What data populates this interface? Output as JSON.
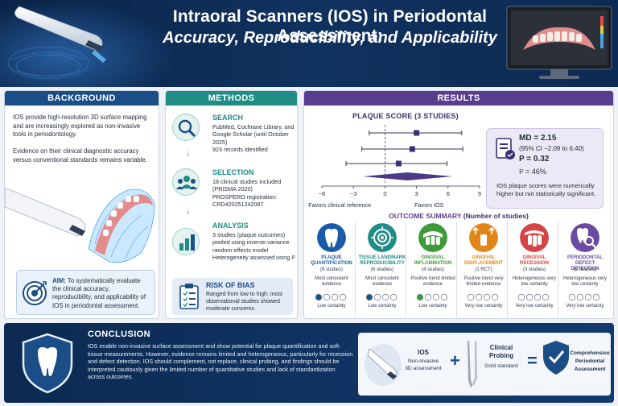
{
  "header": {
    "title": "Intraoral Scanners (IOS) in Periodontal Assessment:",
    "subtitle": "Accuracy, Reproducibility, and Applicability"
  },
  "background": {
    "heading": "BACKGROUND",
    "para1": "IOS provide high-resolution 3D surface mapping and are increasingly explored as non-invasive tools in periodontology.",
    "para2": "Evidence on their clinical diagnostic accuracy versus conventional standards remains variable.",
    "aim_label": "AIM:",
    "aim_text": "To systematically evaluate the clinical accuracy, reproducibility, and applicability of IOS in periodontal assessment."
  },
  "methods": {
    "heading": "METHODS",
    "steps": [
      {
        "title": "SEARCH",
        "icon": "magnifier-icon",
        "lines": [
          "PubMed, Cochrane Library, and Google Scholar (until October 2025)",
          "923 records identified"
        ]
      },
      {
        "title": "SELECTION",
        "icon": "group-icon",
        "lines": [
          "18 clinical studies included (PRISMA 2020)",
          "PROSPERO registration: CRD420251242087"
        ]
      },
      {
        "title": "ANALYSIS",
        "icon": "bar-chart-icon",
        "lines": [
          "3 studies (plaque outcomes) pooled using inverse-variance random-effects model",
          "Heterogeneity assessed using I²"
        ]
      },
      {
        "title": "RISK OF BIAS",
        "icon": "clipboard-icon",
        "lines": [
          "Ranged from low to high; most observational studies showed moderate concerns."
        ]
      }
    ]
  },
  "results": {
    "heading": "RESULTS",
    "plaque_title": "PLAQUE SCORE (3 STUDIES)",
    "md": "MD = 2.15",
    "ci": "(95% CI −2.09 to 6.40)",
    "p": "P = 0.32",
    "i2": "I² = 46%",
    "note": "IOS plaque scores were numerically higher but not statistically significant.",
    "favors_left": "Favors clinical reference",
    "favors_right": "Favors IOS",
    "outcome_title": "OUTCOME SUMMARY",
    "outcome_sub": "(Number of studies)",
    "outcomes": [
      {
        "name": "PLAQUE QUANTIFICATION",
        "count": "(6 studies)",
        "evidence": "Most consistent evidence",
        "certainty": "Low certainty",
        "filled": 1,
        "color": "#1b5aa8",
        "dot": "#1b4e86",
        "icon": "tooth-icon"
      },
      {
        "name": "TISSUE LANDMARK REPRODUCIBILITY",
        "count": "(6 studies)",
        "evidence": "Most consistent evidence",
        "certainty": "Low certainty",
        "filled": 1,
        "color": "#1f8c86",
        "dot": "#1b4e86",
        "icon": "target-icon"
      },
      {
        "name": "GINGIVAL INFLAMMATION",
        "count": "(4 studies)",
        "evidence": "Positive trend limited evidence",
        "certainty": "Low certainty",
        "filled": 1,
        "color": "#3f9a3a",
        "dot": "#3f9a3a",
        "icon": "gum-icon"
      },
      {
        "name": "GINGIVAL DISPLACEMENT",
        "count": "(1 RCT)",
        "evidence": "Positive trend very limited evidence",
        "certainty": "Very low certainty",
        "filled": 0,
        "color": "#e0871b",
        "dot": "#e0871b",
        "icon": "displacement-icon"
      },
      {
        "name": "GINGIVAL RECESSION",
        "count": "(3 studies)",
        "evidence": "Heterogeneous very low certainty",
        "certainty": "Very low certainty",
        "filled": 0,
        "color": "#d64545",
        "dot": "#d64545",
        "icon": "recession-icon"
      },
      {
        "name": "PERIODONTAL DEFECT DETECTION",
        "count": "(2 studies)",
        "evidence": "Heterogeneous very low certainty",
        "certainty": "Very low certainty",
        "filled": 0,
        "color": "#6a4aa2",
        "dot": "#6a4aa2",
        "icon": "defect-search-icon"
      }
    ]
  },
  "chart_data": {
    "type": "forest",
    "title": "PLAQUE SCORE (3 STUDIES)",
    "x_ticks": [
      "−6",
      "−3",
      "0",
      "3",
      "6",
      "9"
    ],
    "xlim": [
      -6,
      9
    ],
    "studies": [
      {
        "estimate": 3.0,
        "lower": -1.5,
        "upper": 7.3
      },
      {
        "estimate": 2.6,
        "lower": -2.2,
        "upper": 7.4
      },
      {
        "estimate": 1.3,
        "lower": -3.7,
        "upper": 5.9
      }
    ],
    "pooled": {
      "estimate": 2.15,
      "lower": -2.09,
      "upper": 6.4
    }
  },
  "conclusion": {
    "heading": "CONCLUSION",
    "text": "IOS enable non-invasive surface assessment and show potential for plaque quantification and soft-tissue measurements. However, evidence remains limited and heterogeneous, particularly for recession and defect detection. IOS should complement, not replace, clinical probing, and findings should be interpreted cautiously given the limited number of quantitative studies and lack of standardization across outcomes.",
    "ios_label": "IOS",
    "ios_sub1": "Non-invasive",
    "ios_sub2": "3D assessment",
    "plus": "+",
    "probe_label1": "Clinical",
    "probe_label2": "Probing",
    "probe_sub": "Gold standard",
    "equals": "=",
    "result_label1": "Comprehensive",
    "result_label2": "Periodontal",
    "result_label3": "Assessment"
  },
  "colors": {
    "background": "#1b4e86",
    "methods": "#1f8c86",
    "results": "#5a3d8e",
    "conclusion": "#0c2a52"
  }
}
